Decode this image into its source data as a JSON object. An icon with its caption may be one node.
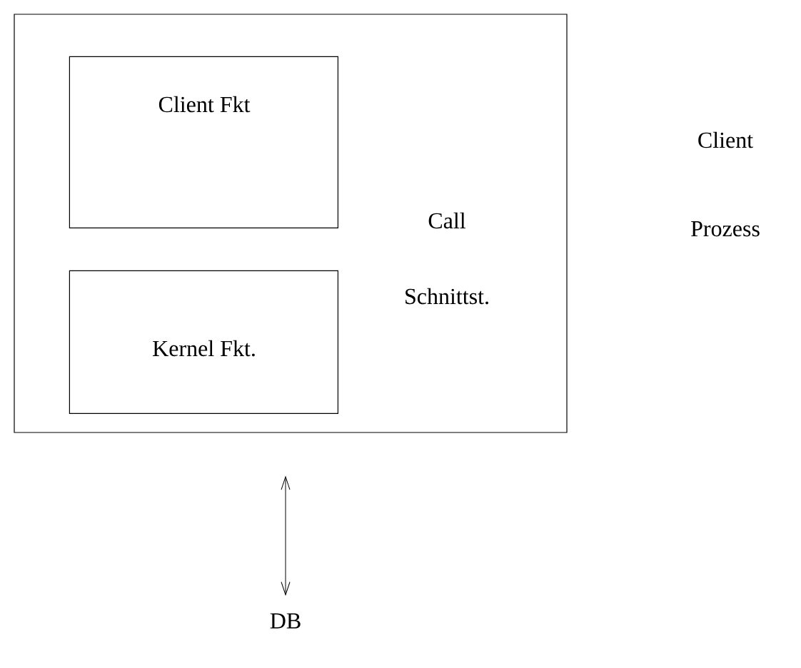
{
  "diagram": {
    "nodes": [
      {
        "text": [
          "Call Schnittst."
        ]
      },
      {
        "text": [
          "Client Fkt"
        ],
        "in": 0
      },
      {
        "text": [
          "Kernel Fkt."
        ],
        "in": 0
      },
      {
        "text": [
          "DB"
        ]
      }
    ],
    "edges": [
      {
        "from": 0,
        "to": 3,
        "arrow": "both"
      }
    ],
    "labels": [
      "Client Prozess"
    ]
  }
}
